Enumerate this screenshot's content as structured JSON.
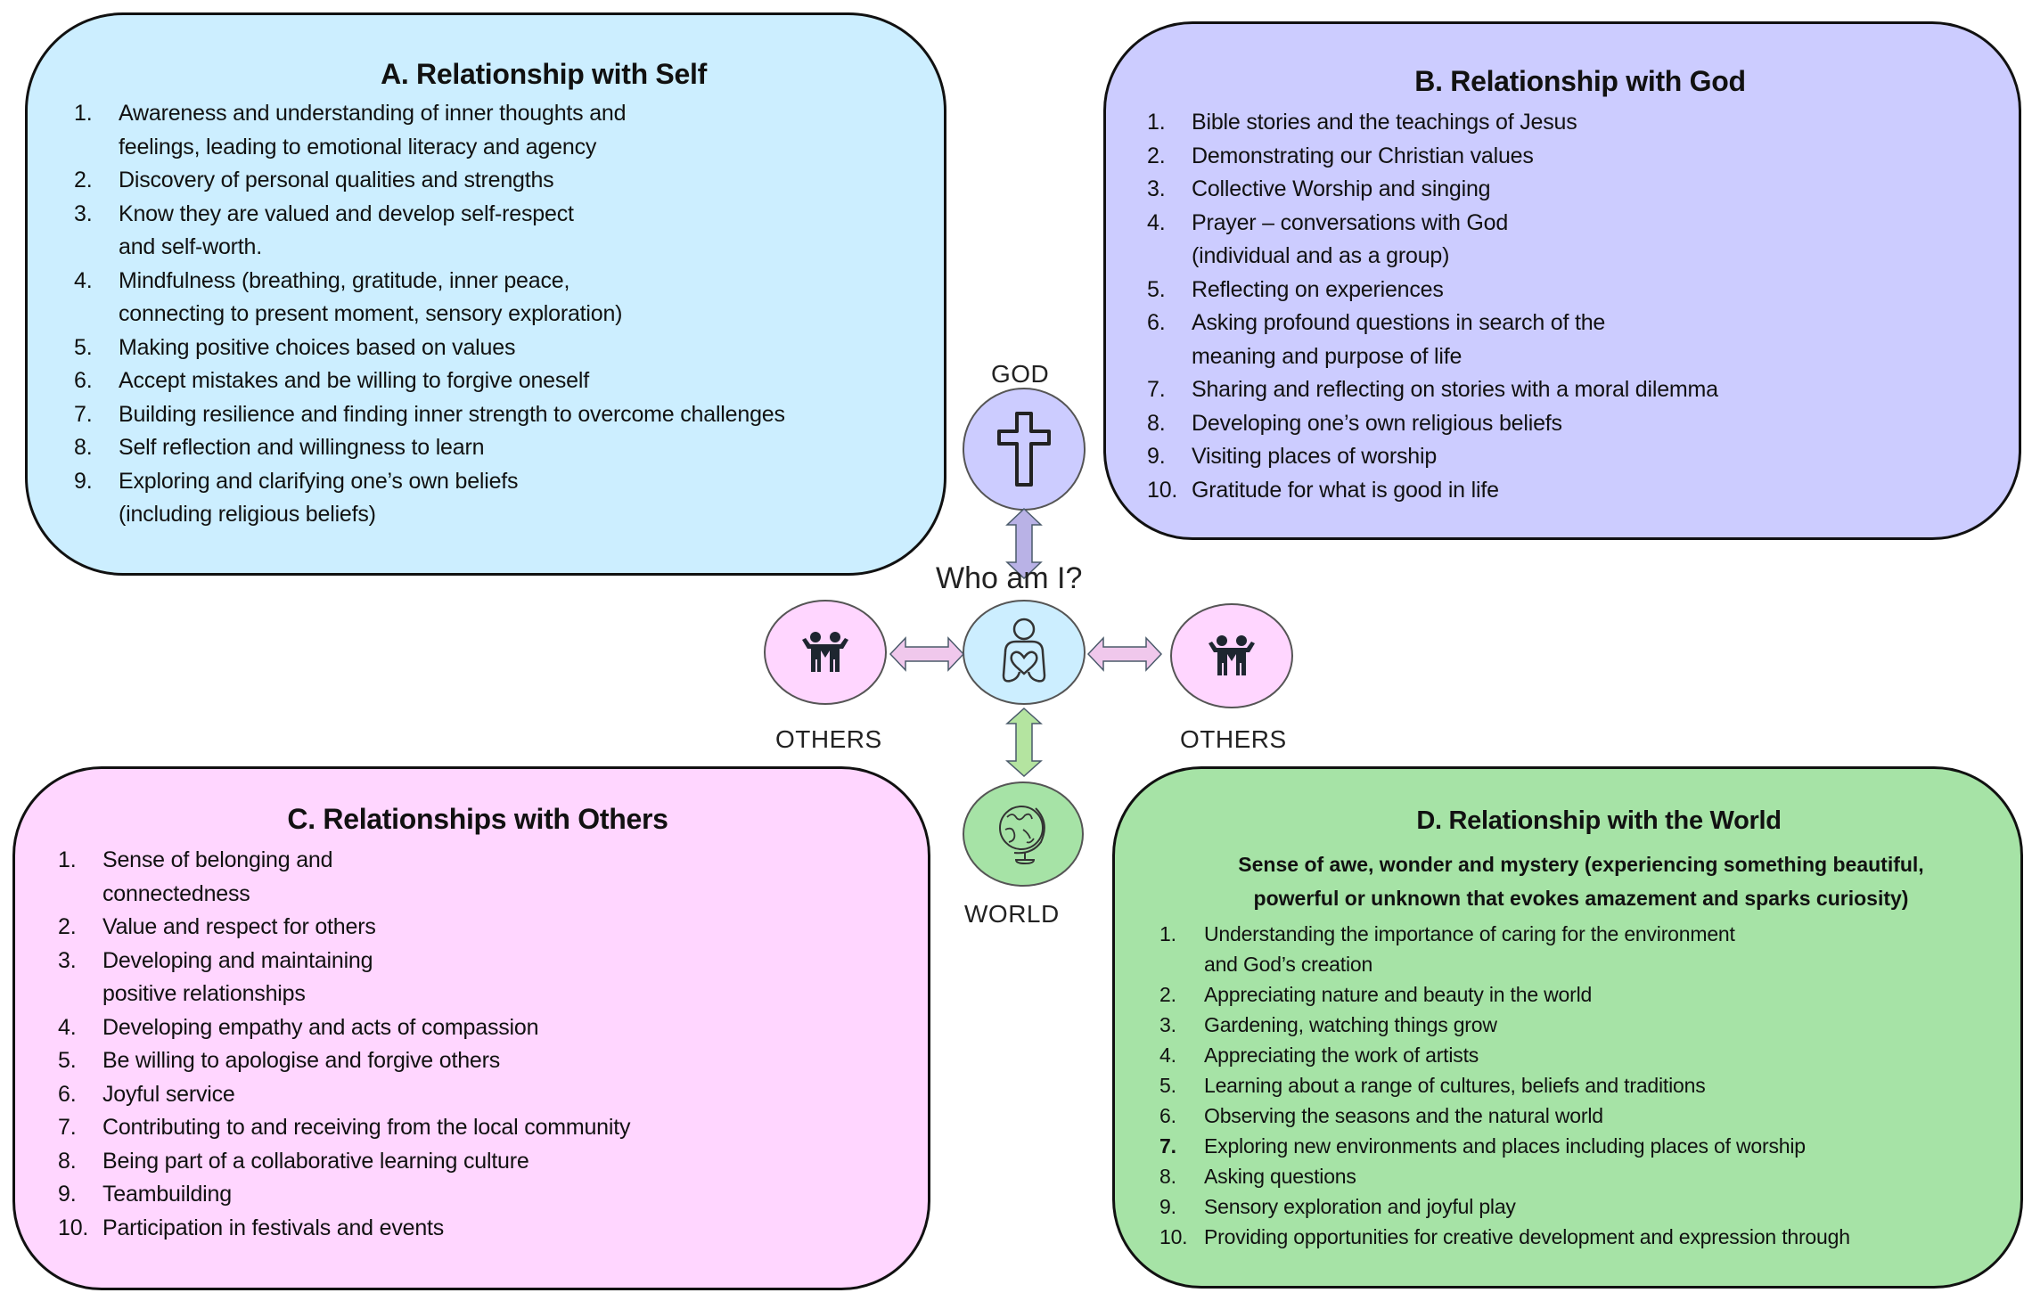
{
  "colors": {
    "self": "#cceeff",
    "god": "#ccccff",
    "others": "#ffd6ff",
    "world": "#a6e3a6",
    "arrow_god": "#b9b2e6",
    "arrow_others": "#f0c8ec",
    "arrow_world": "#b4e4a0"
  },
  "panels": {
    "self": {
      "title": "A.  Relationship with Self",
      "items": [
        {
          "num": "1.",
          "text": "Awareness and understanding of inner thoughts and\nfeelings, leading to emotional literacy and agency"
        },
        {
          "num": "2.",
          "text": "Discovery of personal qualities and strengths"
        },
        {
          "num": "3.",
          "text": "Know they are valued and develop self-respect\nand self-worth."
        },
        {
          "num": "4.",
          "text": "Mindfulness (breathing, gratitude, inner peace,\nconnecting to present moment, sensory exploration)"
        },
        {
          "num": "5.",
          "text": "Making positive choices based on values"
        },
        {
          "num": "6.",
          "text": "Accept mistakes and be willing to forgive oneself"
        },
        {
          "num": "7.",
          "text": "Building resilience and finding inner strength to overcome challenges"
        },
        {
          "num": "8.",
          "text": "Self reflection and willingness to learn"
        },
        {
          "num": "9.",
          "text": "Exploring and clarifying one’s own beliefs\n(including religious beliefs)"
        }
      ]
    },
    "god": {
      "title": "B. Relationship with God",
      "items": [
        {
          "num": "1.",
          "text": "Bible stories and the teachings of Jesus"
        },
        {
          "num": "2.",
          "text": "Demonstrating our Christian values"
        },
        {
          "num": "3.",
          "text": "Collective Worship and singing"
        },
        {
          "num": "4.",
          "text": "Prayer – conversations with God\n(individual and as a group)"
        },
        {
          "num": "5.",
          "text": "Reflecting on experiences"
        },
        {
          "num": "6.",
          "text": "Asking profound questions in search of the\nmeaning and purpose of life"
        },
        {
          "num": "7.",
          "text": "Sharing and reflecting on stories with a moral dilemma"
        },
        {
          "num": "8.",
          "text": "Developing one’s own religious beliefs"
        },
        {
          "num": "9.",
          "text": "Visiting places of worship"
        },
        {
          "num": "10.",
          "text": "Gratitude for what is good in life"
        }
      ]
    },
    "others": {
      "title": "C. Relationships with Others",
      "items": [
        {
          "num": "1.",
          "text": "Sense of belonging and\nconnectedness"
        },
        {
          "num": "2.",
          "text": "Value and respect for others"
        },
        {
          "num": "3.",
          "text": "Developing and maintaining\npositive relationships"
        },
        {
          "num": "4.",
          "text": "Developing empathy and acts of compassion"
        },
        {
          "num": "5.",
          "text": "Be willing to apologise and forgive others"
        },
        {
          "num": "6.",
          "text": "Joyful service"
        },
        {
          "num": "7.",
          "text": "Contributing to and receiving from the local community"
        },
        {
          "num": "8.",
          "text": "Being part of a collaborative learning culture"
        },
        {
          "num": "9.",
          "text": "Teambuilding"
        },
        {
          "num": "10.",
          "text": "Participation in festivals and events"
        }
      ]
    },
    "world": {
      "title": "D. Relationship with the World",
      "subtitle": "Sense of awe, wonder and mystery (experiencing something beautiful,\npowerful or unknown that evokes amazement and sparks curiosity)",
      "items": [
        {
          "num": "1.",
          "text": "Understanding the importance of caring for the environment\nand God’s creation"
        },
        {
          "num": "2.",
          "text": "Appreciating nature and beauty in the world"
        },
        {
          "num": "3.",
          "text": "Gardening, watching things grow"
        },
        {
          "num": "4.",
          "text": "Appreciating the work of artists"
        },
        {
          "num": "5.",
          "text": "Learning about a range of cultures, beliefs and traditions"
        },
        {
          "num": "6.",
          "text": "Observing the seasons and the natural world"
        },
        {
          "num": "7.",
          "text": "Exploring new environments and places including places of worship",
          "bold_num": true
        },
        {
          "num": "8.",
          "text": "Asking questions"
        },
        {
          "num": "9.",
          "text": "Sensory exploration and joyful play"
        },
        {
          "num": "10.",
          "text": "Providing opportunities for creative development and expression through"
        }
      ]
    }
  },
  "centre": {
    "god_label": "GOD",
    "who_label": "Who am I?",
    "others_left_label": "OTHERS",
    "others_right_label": "OTHERS",
    "world_label": "WORLD",
    "icons": {
      "god": "cross-icon",
      "self": "person-holding-heart-icon",
      "others": "two-people-icon",
      "world": "globe-icon"
    }
  }
}
